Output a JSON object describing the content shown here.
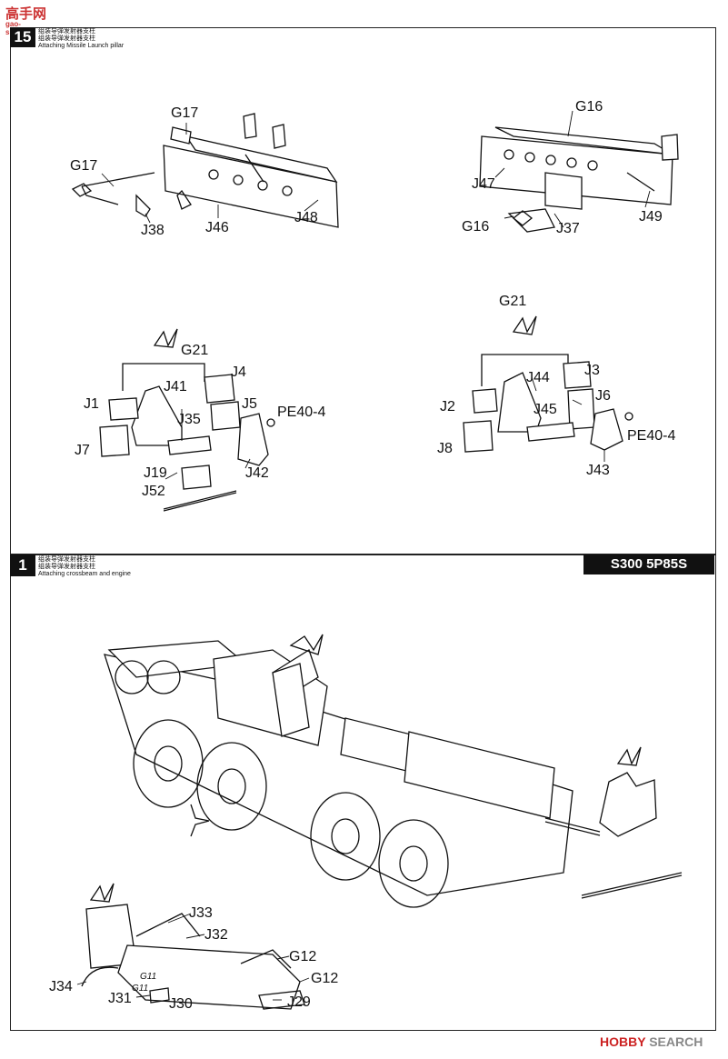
{
  "watermark": {
    "top_logo": "高手网",
    "top_logo_sub": "gao-shou.com",
    "footer_hobby": "HOBBY",
    "footer_search": "SEARCH"
  },
  "steps": {
    "top": {
      "number": "15",
      "caption_cn_1": "组装导弹发射器支柱",
      "caption_cn_2": "组装导弹发射器支柱",
      "caption_en": "Attaching Missile Launch pillar"
    },
    "bottom": {
      "number": "1",
      "caption_cn_1": "组装导弹发射器支柱",
      "caption_cn_2": "组装导弹发射器支柱",
      "caption_en": "Attaching crossbeam and engine",
      "model": "S300 5P85S"
    }
  },
  "labels": {
    "a1": "G17",
    "a2": "G17",
    "a3": "J38",
    "a4": "J46",
    "a5": "J48",
    "b1": "G16",
    "b2": "J47",
    "b3": "G16",
    "b4": "J37",
    "b5": "J49",
    "c1": "G21",
    "c2": "J4",
    "c3": "J41",
    "c4": "J1",
    "c5": "J5",
    "c6": "PE40-4",
    "c7": "J35",
    "c8": "J7",
    "c9": "J19",
    "c10": "J42",
    "c11": "J52",
    "d1": "G21",
    "d2": "J3",
    "d3": "J44",
    "d4": "J6",
    "d5": "J2",
    "d6": "J45",
    "d7": "PE40-4",
    "d8": "J8",
    "d9": "J43",
    "e1": "J33",
    "e2": "J32",
    "e3": "G12",
    "e4": "G12",
    "e5": "J34",
    "e6": "J31",
    "e7": "J30",
    "e8": "J29",
    "e9": "G11",
    "e10": "G11"
  }
}
